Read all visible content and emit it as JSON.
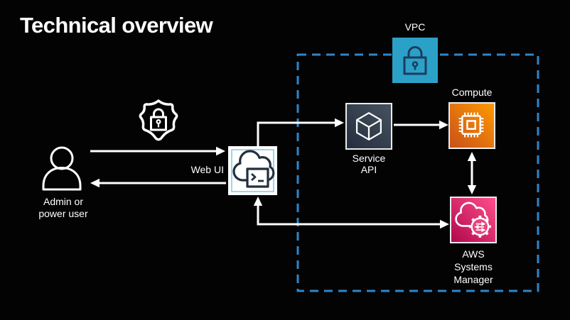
{
  "title": "Technical overview",
  "colors": {
    "background": "#030303",
    "boundary_dash": "#2E86C8",
    "arrow": "#FFFFFF",
    "vpc_fill": "#2CA1C8",
    "vpc_glyph": "#1C3C5E",
    "compute_gradient": [
      "#C8511B",
      "#FF9900"
    ],
    "service_api_gradient": [
      "#232F3E",
      "#46525F"
    ],
    "systems_manager_gradient": [
      "#B0084D",
      "#FF4F8B"
    ],
    "web_ui_inner_border": "#9AD7EC",
    "web_ui_glyph": "#232F3E"
  },
  "vpc_group": {
    "label": "VPC"
  },
  "nodes": {
    "compute": {
      "label": "Compute"
    },
    "service_api": {
      "lines": [
        "Service",
        "API"
      ]
    },
    "web_ui": {
      "label": "Web UI"
    },
    "admin": {
      "lines": [
        "Admin or",
        "power user"
      ]
    },
    "systems_manager": {
      "lines": [
        "AWS",
        "Systems",
        "Manager"
      ]
    }
  },
  "icons": {
    "vpc": "lock-icon",
    "compute": "chip-icon",
    "service_api": "cube-icon",
    "web_ui": "cloud-terminal-icon",
    "admin": "person-icon",
    "security": "shield-lock-icon",
    "systems_manager": "cloud-gear-icon"
  }
}
